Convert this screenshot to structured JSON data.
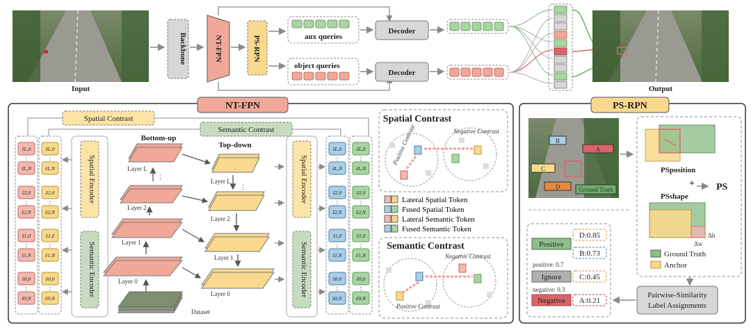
{
  "top": {
    "input_label": "Input",
    "output_label": "Output",
    "backbone": "Backbone",
    "ntfpn": "NT-FPN",
    "psrpn": "PS-RPN",
    "aux_queries": "aux queries",
    "object_queries": "object queries",
    "decoder_top": "Decoder",
    "decoder_bottom": "Decoder"
  },
  "ntfpn_panel": {
    "title": "NT-FPN",
    "spatial_contrast": "Spatial Contrast",
    "semantic_contrast": "Semantic Contrast",
    "bottom_up": "Bottom-up",
    "top_down": "Top-down",
    "spatial_encoder_left": "Spatial Encoder",
    "semantic_encoder_left": "Semantic Encoder",
    "spatial_encoder_right": "Spatial Encoder",
    "semantic_encoder_right": "Semantic Encoder",
    "layers_left": [
      "Layer L",
      "Layer 2",
      "Layer 1",
      "Layer 0"
    ],
    "layers_right": [
      "Layer L",
      "Layer 2",
      "Layer 1",
      "Layer 0"
    ],
    "dataset": "Dataset",
    "tokens_col1": [
      "s̃L,0",
      "s̃L,N",
      "s̃2,0",
      "s̃2,N",
      "s̃1,0",
      "s̃1,N",
      "s̃0,0",
      "s̃0,N"
    ],
    "tokens_col2": [
      "ẽL,0",
      "ẽL,N",
      "ẽ2,0",
      "ẽ2,N",
      "ẽ1,0",
      "ẽ1,N",
      "ẽ0,0",
      "ẽ0,N"
    ],
    "tokens_col3": [
      "s̃L,0",
      "s̃L,N",
      "s̃2,0",
      "s̃2,N",
      "s̃1,0",
      "s̃1,N",
      "s̃0,0",
      "s̃0,N"
    ],
    "tokens_col4": [
      "ẽL,0",
      "ẽL,N",
      "ẽ2,0",
      "ẽ2,N",
      "ẽ1,0",
      "ẽ1,N",
      "ẽ0,0",
      "ẽ0,N"
    ],
    "spatial_box_title": "Spatial Contrast",
    "semantic_box_title": "Semantic Contrast",
    "negative_contrast": "Negative Contrast",
    "positive_contrast": "Positive Contrast",
    "legend": [
      {
        "label": "Lateral Spatial Token",
        "color1": "#f4b8b0",
        "color2": "#f7d78a"
      },
      {
        "label": "Fused Spatial Token",
        "color1": "#a9cfe8",
        "color2": "#a8d5a2"
      },
      {
        "label": "Lateral Semantic Token",
        "color1": "#f4b8b0",
        "color2": "#f7d78a"
      },
      {
        "label": "Fused Semantic Token",
        "color1": "#a9cfe8",
        "color2": "#a8d5a2"
      }
    ]
  },
  "psrpn_panel": {
    "title": "PS-RPN",
    "boxes": [
      "A",
      "B",
      "C",
      "D"
    ],
    "ground_truth": "Ground Truth",
    "ps_position": "PSposition",
    "ps_shape": "PSshape",
    "ps": "PS",
    "legend_gt": "Ground Truth",
    "legend_anchor": "Anchor",
    "delta_h": "Δh",
    "delta_w": "Δw",
    "positive": "Positive",
    "ignore": "Ignore",
    "negative": "Negative",
    "positive_thr": "positive: 0.7",
    "negative_thr": "negative: 0.3",
    "scores": [
      "D:0.85",
      "B:0.73",
      "C:0.45",
      "A:0.21"
    ],
    "assignment": [
      "Pairwise-Similarity",
      "Label Assignments"
    ]
  },
  "colors": {
    "red_block": "#f0a898",
    "yellow_block": "#f8d98e",
    "green_block": "#b8d4b0",
    "grey_block": "#d7d7d7",
    "blue_token": "#a9cfe8",
    "positive": "#8fbf8b",
    "ignore": "#b0b0b0",
    "negative": "#d9646a"
  }
}
